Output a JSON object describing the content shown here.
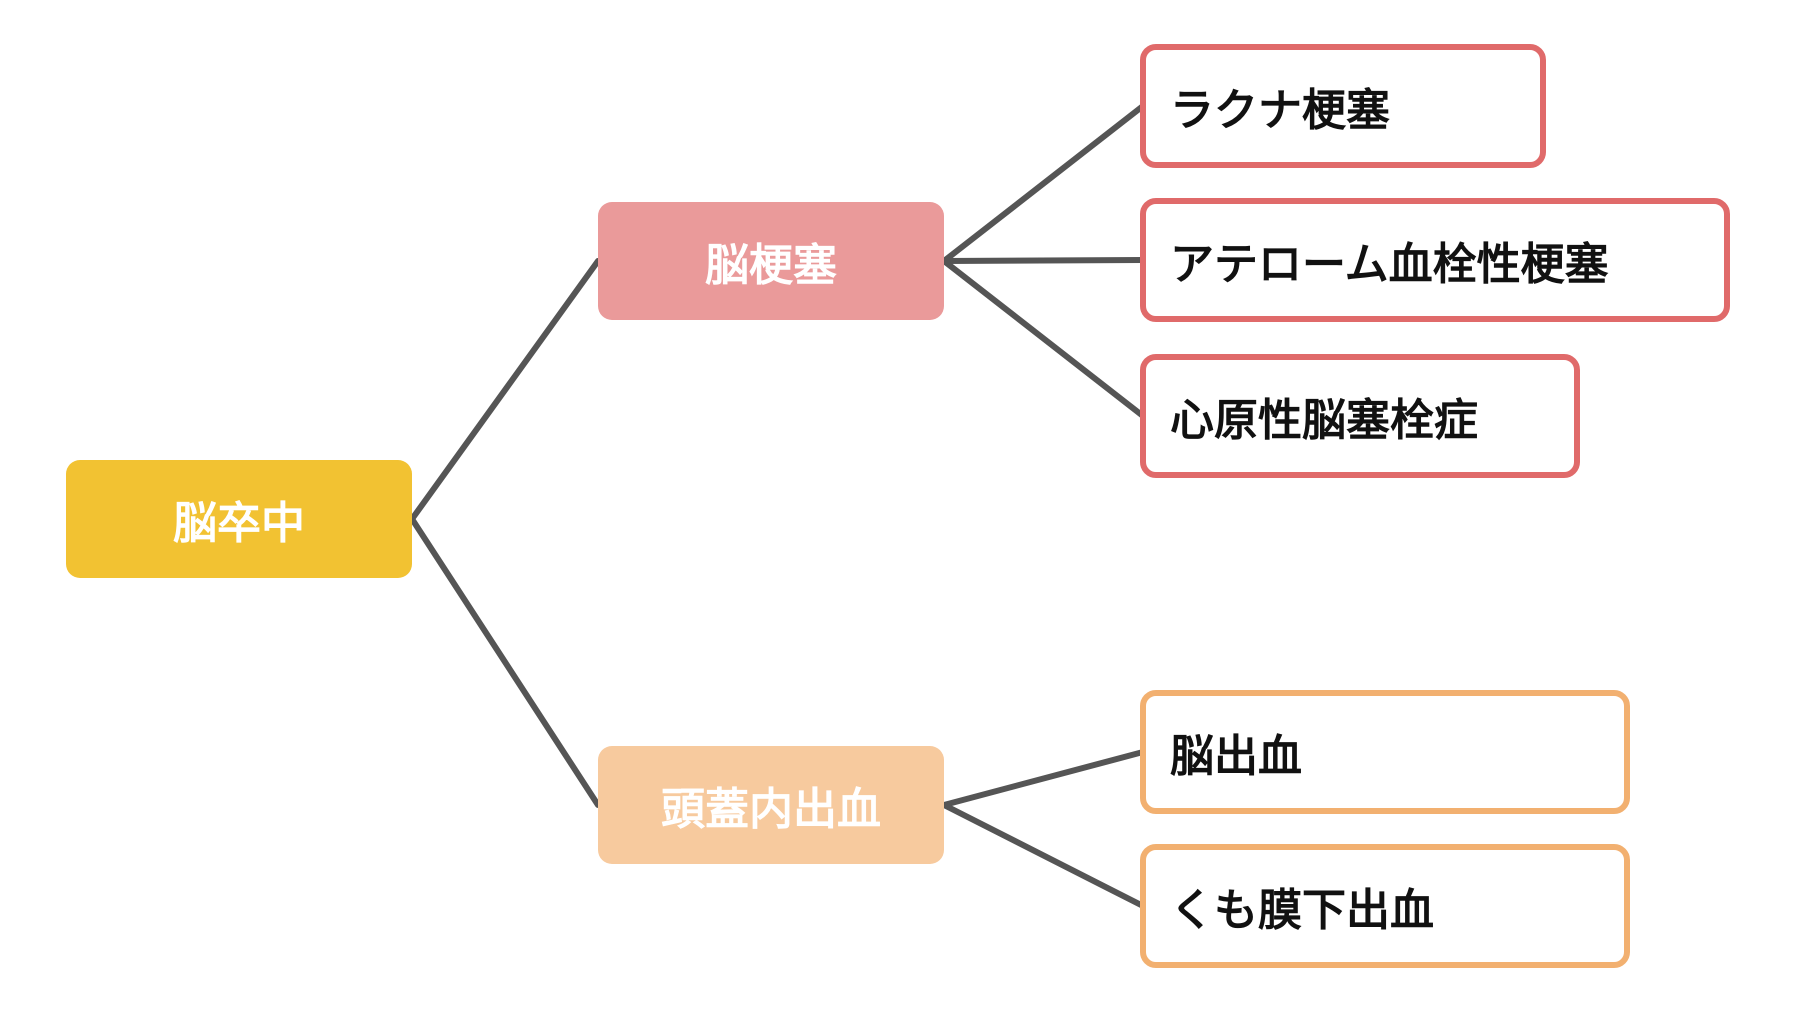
{
  "colors": {
    "root_fill": "#F2C232",
    "infarct_fill": "#EA9A9A",
    "hemorrhage_fill": "#F7CA9E",
    "infarct_leaf_border": "#E06A6A",
    "hemorrhage_leaf_border": "#F2B070",
    "connector": "#555555"
  },
  "root": {
    "label": "脳卒中"
  },
  "infarct": {
    "label": "脳梗塞",
    "children": [
      "ラクナ梗塞",
      "アテローム血栓性梗塞",
      "心原性脳塞栓症"
    ]
  },
  "hemorrhage": {
    "label": "頭蓋内出血",
    "children": [
      "脳出血",
      "くも膜下出血"
    ]
  }
}
